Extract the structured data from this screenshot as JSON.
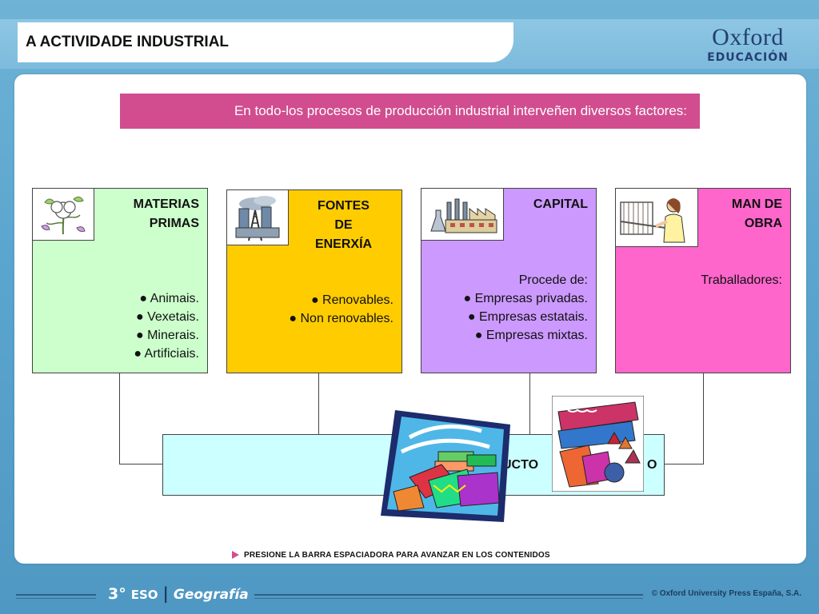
{
  "header": {
    "title": "A ACTIVIDADE INDUSTRIAL",
    "logo_brand": "Oxford",
    "logo_sub": "EDUCACIÓN"
  },
  "banner": {
    "text": "En todo-los procesos de producción industrial interveñen diversos factores:"
  },
  "factors": [
    {
      "title_line1": "MATERIAS",
      "title_line2": "PRIMAS",
      "title_line3": "",
      "items": [
        "● Animais.",
        "● Vexetais.",
        "● Minerais.",
        "● Artificiais."
      ],
      "color": "#ccffcc",
      "icon": "cotton-plant-icon"
    },
    {
      "title_line1": "FONTES",
      "title_line2": "DE",
      "title_line3": "ENERXÍA",
      "items": [
        "● Renovables.",
        "● Non renovables."
      ],
      "color": "#ffcc00",
      "icon": "power-plant-icon"
    },
    {
      "title_line1": "CAPITAL",
      "title_line2": "",
      "title_line3": "",
      "items": [
        "Procede de:",
        "● Empresas privadas.",
        "● Empresas estatais.",
        "● Empresas mixtas."
      ],
      "color": "#cc99ff",
      "icon": "factory-icon"
    },
    {
      "title_line1": "MAN DE",
      "title_line2": "OBRA",
      "title_line3": "",
      "items": [
        "Traballadores:"
      ],
      "color": "#ff66cc",
      "icon": "weaver-icon"
    }
  ],
  "product": {
    "text_left": "UCTO",
    "text_right": "O",
    "color": "#ccffff"
  },
  "clipart": {
    "left": "textiles-clipart",
    "right": "fabric-rolls-clipart"
  },
  "nav_hint": "PRESIONE LA BARRA ESPACIADORA PARA AVANZAR EN LOS CONTENIDOS",
  "footer": {
    "course_num": "3°",
    "course_stage": "ESO",
    "separator": "|",
    "subject": "Geografía",
    "copyright": "© Oxford University Press España, S.A."
  },
  "colors": {
    "accent": "#d14d8f",
    "background": "#5ba6cf",
    "navy": "#243f73"
  }
}
